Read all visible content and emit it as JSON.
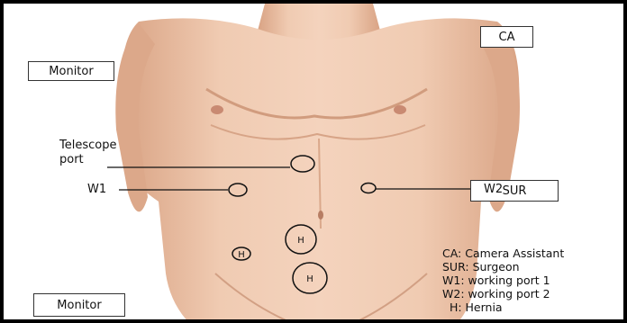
{
  "labels": {
    "monitor_top": "Monitor",
    "monitor_bottom": "Monitor",
    "camera_assistant": "CA",
    "surgeon": "SUR",
    "telescope_port": "Telescope\nport",
    "w1": "W1",
    "w2": "W2"
  },
  "ports": {
    "hernia_letter": "H"
  },
  "legend": [
    "CA: Camera Assistant",
    "SUR: Surgeon",
    "W1: working port 1",
    "W2: working port 2",
    "  H: Hernia"
  ],
  "colors": {
    "skin_light": "#efc9b0",
    "skin_mid": "#e2ad90",
    "skin_shadow": "#c98f70",
    "line": "#111111"
  }
}
